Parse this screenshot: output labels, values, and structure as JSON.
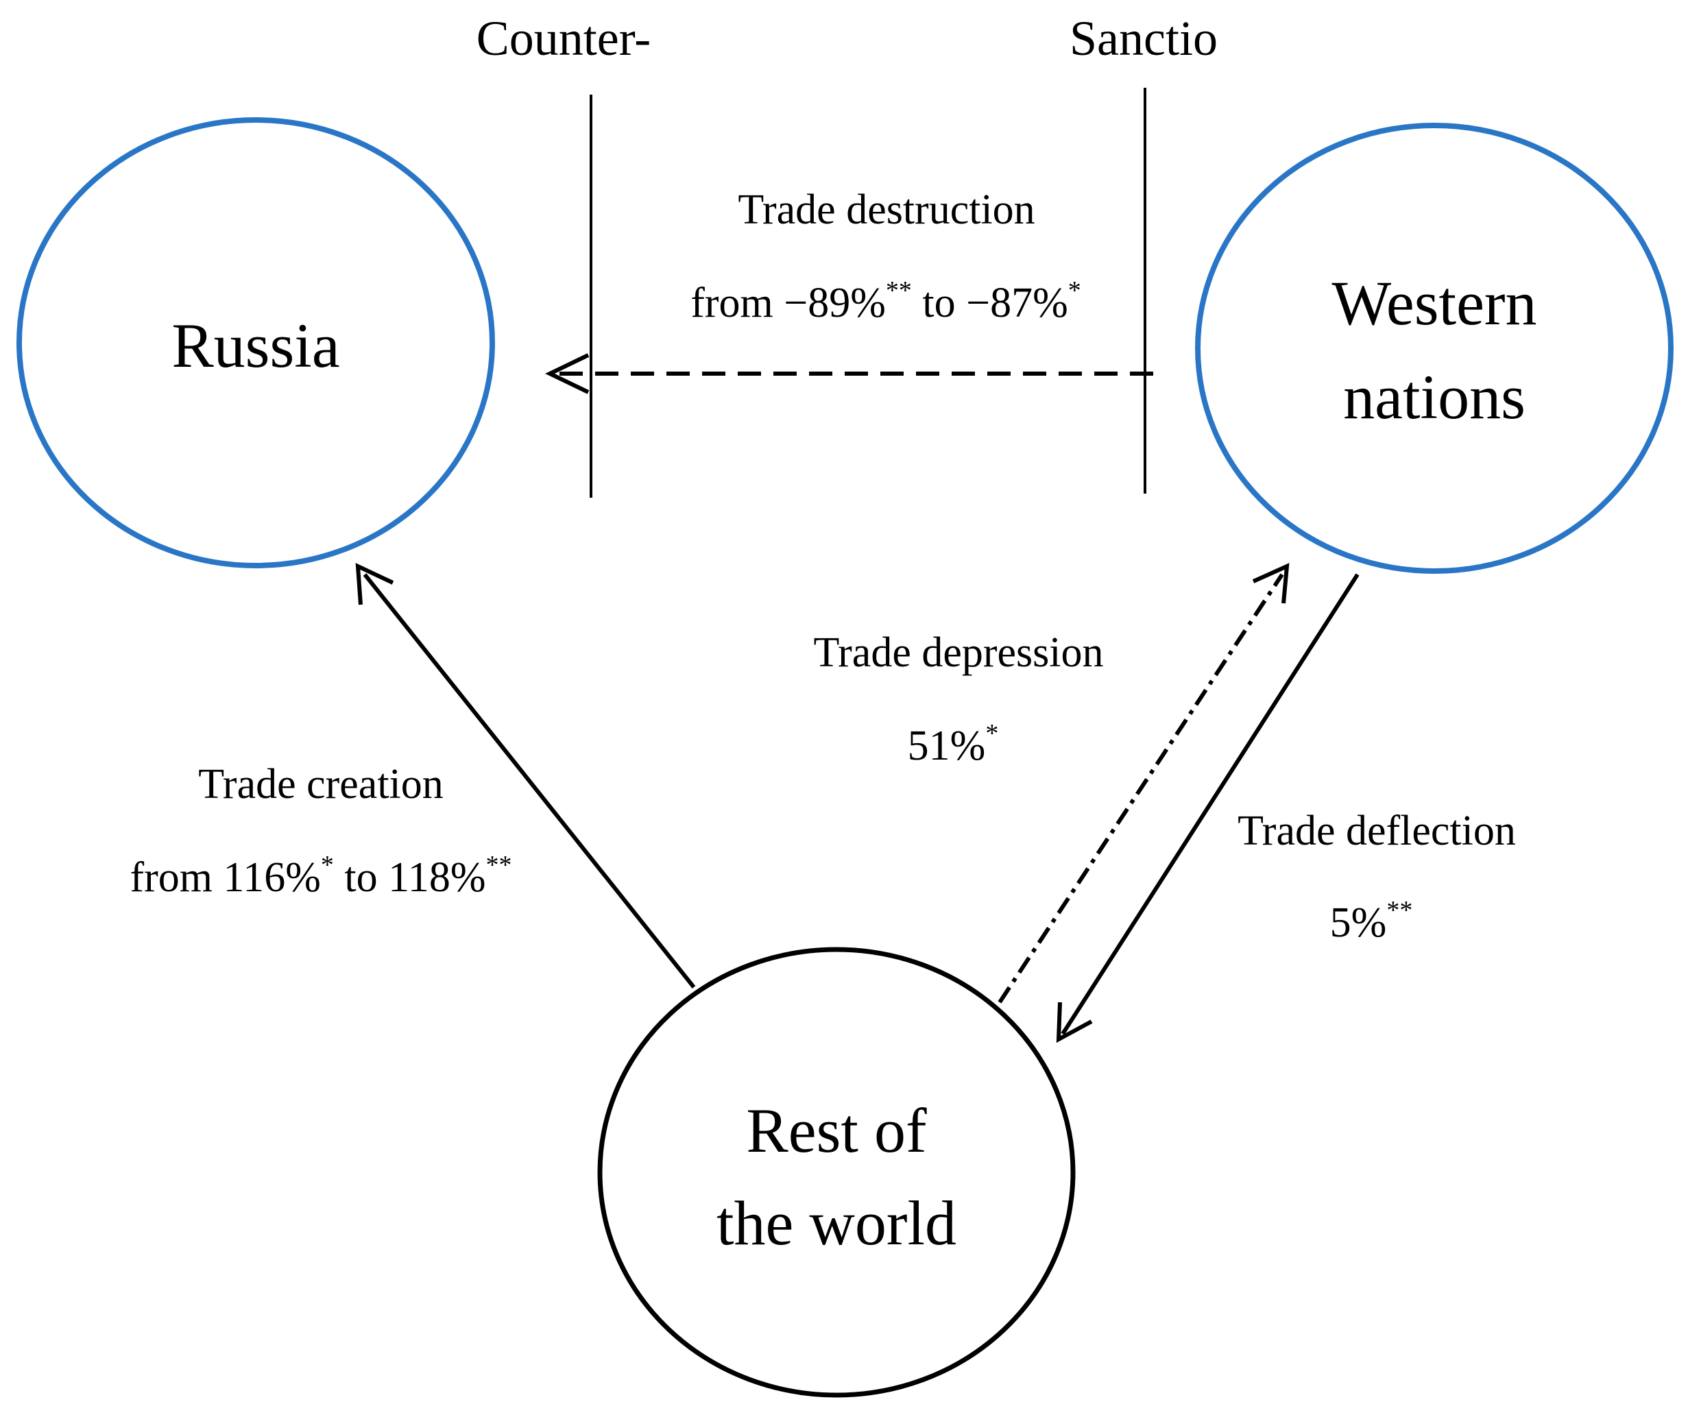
{
  "colors": {
    "highlight_node": "#2a76c6",
    "neutral_node": "#000000",
    "line": "#000000",
    "background": "#ffffff"
  },
  "barriers": {
    "left": "Counter-",
    "right": "Sanctio"
  },
  "nodes": {
    "russia": {
      "label": "Russia"
    },
    "western": {
      "line1": "Western",
      "line2": "nations"
    },
    "rest": {
      "line1": "Rest of",
      "line2": "the world"
    }
  },
  "edges": {
    "destruction": {
      "title": "Trade destruction",
      "prefix": "from −89%",
      "sup1": "**",
      "middle": " to −87%",
      "sup2": "*",
      "style": "dashed"
    },
    "depression": {
      "title": "Trade depression",
      "value": "51%",
      "sup": "*",
      "style": "dash-dot"
    },
    "creation": {
      "title": "Trade creation",
      "prefix": "from 116%",
      "sup1": "*",
      "middle": " to 118%",
      "sup2": "**",
      "style": "solid"
    },
    "deflection": {
      "title": "Trade deflection",
      "value": "5%",
      "sup": "**",
      "style": "solid"
    }
  }
}
